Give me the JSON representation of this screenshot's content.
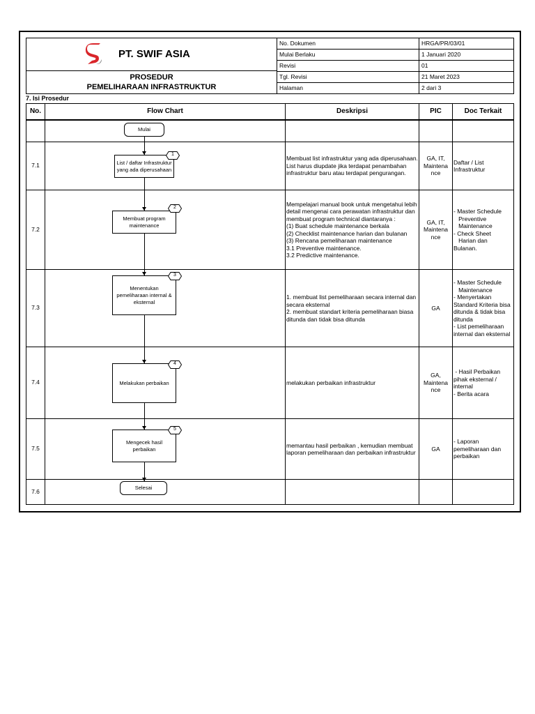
{
  "company": {
    "name": "PT. SWIF ASIA",
    "logo": "red-s-logo",
    "brand_color": "#d9252a"
  },
  "title": {
    "line1": "PROSEDUR",
    "line2": "PEMELIHARAAN INFRASTRUKTUR"
  },
  "meta": [
    {
      "label": "No. Dokumen",
      "value": "HRGA/PR/03/01"
    },
    {
      "label": "Mulai Berlaku",
      "value": "1 Januari 2020"
    },
    {
      "label": "Revisi",
      "value": "01"
    },
    {
      "label": "Tgl. Revisi",
      "value": "21 Maret 2023"
    },
    {
      "label": "Halaman",
      "value": "2 dari 3"
    }
  ],
  "section_title": "7. Isi Prosedur",
  "columns": {
    "no": "No.",
    "flow": "Flow Chart",
    "desc": "Deskripsi",
    "pic": "PIC",
    "doc": "Doc Terkait"
  },
  "rows": [
    {
      "no": "",
      "desc": "",
      "pic": "",
      "doc": ""
    },
    {
      "no": "7.1",
      "desc": "Membuat list infrastruktur yang ada diperusahaan. List harus diupdate jika terdapat penambahan infrastruktur baru atau terdapat pengurangan.",
      "pic": "GA, IT, Maintena nce",
      "doc": "Daftar / List Infrastruktur"
    },
    {
      "no": "7.2",
      "desc": "Mempelajari manual book untuk mengetahui lebih detail mengenai cara perawatan infrastruktur dan membuat program technical diantaranya :\n(1) Buat schedule maintenance berkala\n(2) Checklist maintenance harian dan bulanan\n(3) Rencana pemeliharaan maintenance\n3.1 Preventive maintenance.\n3.2 Predictive maintenance.",
      "pic": "GA, IT, Maintena nce",
      "doc": "- Master Schedule\n   Preventive\n   Maintenance\n- Check Sheet\n   Harian dan\nBulanan."
    },
    {
      "no": "7.3",
      "desc": "1. membuat list pemeliharaan secara internal dan secara eksternal\n2. membuat standart kriteria pemeliharaan biasa ditunda dan tidak bisa ditunda",
      "pic": "GA",
      "doc": "- Master Schedule\n   Maintenance\n- Menyertakan\nStandard Kriteria bisa ditunda & tidak bisa ditunda\n- List pemeliharaan internal dan eksternal"
    },
    {
      "no": "7.4",
      "desc": "melakukan perbaikan infrastruktur",
      "pic": "GA, Maintena nce",
      "doc": " - Hasil Perbaikan pihak eksternal / internal\n- Berita acara"
    },
    {
      "no": "7.5",
      "desc": "memantau hasil perbaikan , kemudian membuat laporan pemeliharaan dan perbaikan infrastruktur",
      "pic": "GA",
      "doc": "- Laporan pemeliharaan dan perbaikan"
    },
    {
      "no": "7.6",
      "desc": "",
      "pic": "",
      "doc": ""
    }
  ],
  "flow": {
    "start": "Mulai",
    "end": "Selesai",
    "steps": [
      {
        "num": "1",
        "label": "List / daftar Infrastruktur yang ada diperusahaan"
      },
      {
        "num": "2",
        "label": "Membuat program maintenance"
      },
      {
        "num": "3",
        "label": "Menentukan pemeliharaan internal & eksternal"
      },
      {
        "num": "4",
        "label": "Melakukan perbaikan"
      },
      {
        "num": "5",
        "label": "Mengecek hasil perbaikan"
      }
    ]
  }
}
